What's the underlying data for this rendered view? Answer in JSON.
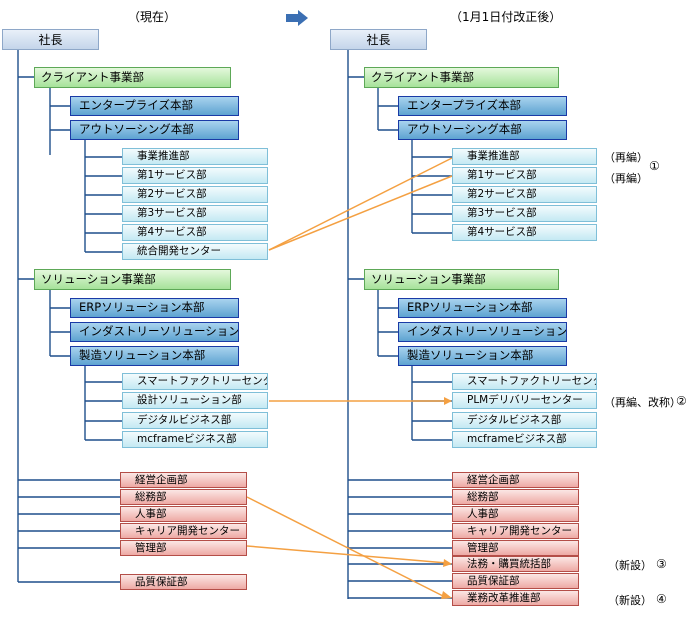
{
  "headers": {
    "current": "（現在）",
    "after": "（1月1日付改正後）"
  },
  "current": {
    "president": "社長",
    "client_division": "クライアント事業部",
    "enterprise_hq": "エンタープライズ本部",
    "outsourcing_hq": "アウトソーシング本部",
    "outsourcing_depts": [
      "事業推進部",
      "第1サービス部",
      "第2サービス部",
      "第3サービス部",
      "第4サービス部",
      "統合開発センター"
    ],
    "solution_division": "ソリューション事業部",
    "erp_hq": "ERPソリューション本部",
    "industry_hq": "インダストリーソリューション本部",
    "mfg_hq": "製造ソリューション本部",
    "mfg_depts": [
      "スマートファクトリーセンター",
      "設計ソリューション部",
      "デジタルビジネス部",
      "mcframeビジネス部"
    ],
    "corporate": [
      "経営企画部",
      "総務部",
      "人事部",
      "キャリア開発センター",
      "管理部"
    ],
    "quality": "品質保証部"
  },
  "after": {
    "president": "社長",
    "client_division": "クライアント事業部",
    "enterprise_hq": "エンタープライズ本部",
    "outsourcing_hq": "アウトソーシング本部",
    "outsourcing_depts": [
      "事業推進部",
      "第1サービス部",
      "第2サービス部",
      "第3サービス部",
      "第4サービス部"
    ],
    "solution_division": "ソリューション事業部",
    "erp_hq": "ERPソリューション本部",
    "industry_hq": "インダストリーソリューション本部",
    "mfg_hq": "製造ソリューション本部",
    "mfg_depts": [
      "スマートファクトリーセンター",
      "PLMデリバリーセンター",
      "デジタルビジネス部",
      "mcframeビジネス部"
    ],
    "corporate": [
      "経営企画部",
      "総務部",
      "人事部",
      "キャリア開発センター",
      "管理部",
      "法務・購買統括部",
      "品質保証部",
      "業務改革推進部"
    ]
  },
  "notes": {
    "reorg": "（再編）",
    "reorg2": "（再編）",
    "circle1": "①",
    "reorg_rename": "（再編、改称）",
    "circle2": "②",
    "new1": "（新設）",
    "circle3": "③",
    "new2": "（新設）",
    "circle4": "④"
  },
  "colors": {
    "connector": "#1f4f8c",
    "change_line": "#f4a042",
    "arrow": "#3b6fb3"
  }
}
